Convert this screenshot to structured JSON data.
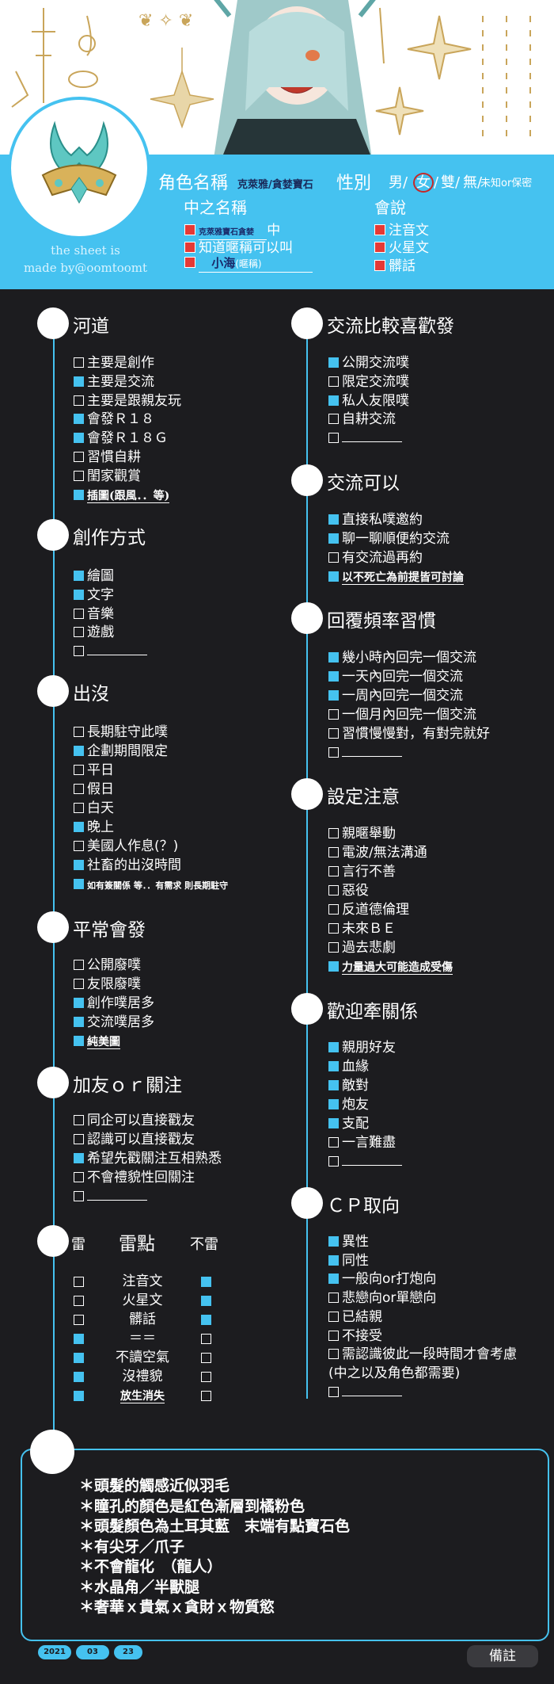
{
  "header": {
    "role_name_label": "角色名稱",
    "role_name_value": "克萊雅/貪婪寶石",
    "gender_label": "性別",
    "gender_options": [
      "男",
      "女",
      "雙",
      "無",
      "未知or保密"
    ],
    "gender_selected": "女",
    "chinese_name_label": "中之名稱",
    "chinese_name_lines": [
      {
        "hand": "克萊雅寶石貪婪",
        "suffix": "中"
      },
      {
        "hand": "",
        "suffix": "知道暱稱可以叫"
      },
      {
        "hand": "小海",
        "suffix": "(暱稱)"
      }
    ],
    "speaks_label": "會說",
    "speaks_items": [
      "注音文",
      "火星文",
      "髒話"
    ],
    "credit_lines": [
      "the sheet is",
      "made by@oomtoomt"
    ]
  },
  "sections": {
    "river": {
      "title": "河道",
      "items": [
        {
          "text": "主要是創作",
          "on": false
        },
        {
          "text": "主要是交流",
          "on": true
        },
        {
          "text": "主要是跟親友玩",
          "on": false
        },
        {
          "text": "會發Ｒ１８",
          "on": true
        },
        {
          "text": "會發Ｒ１８Ｇ",
          "on": true
        },
        {
          "text": "習慣自耕",
          "on": false
        },
        {
          "text": "閨家觀賞",
          "on": false
        },
        {
          "text": "插圖(跟風．．等)",
          "on": true,
          "hand": true
        }
      ]
    },
    "create": {
      "title": "創作方式",
      "items": [
        {
          "text": "繪圖",
          "on": true
        },
        {
          "text": "文字",
          "on": true
        },
        {
          "text": "音樂",
          "on": false
        },
        {
          "text": "遊戲",
          "on": false
        },
        {
          "text": "",
          "on": false,
          "blank": true
        }
      ]
    },
    "appear": {
      "title": "出沒",
      "items": [
        {
          "text": "長期駐守此噗",
          "on": false
        },
        {
          "text": "企劃期間限定",
          "on": true
        },
        {
          "text": "平日",
          "on": false
        },
        {
          "text": "假日",
          "on": false
        },
        {
          "text": "白天",
          "on": false
        },
        {
          "text": "晚上",
          "on": true
        },
        {
          "text": "美國人作息(？)",
          "on": false
        },
        {
          "text": "社畜的出沒時間",
          "on": true
        },
        {
          "text": "如有簽關係 等．．有需求 則長期駐守",
          "on": true,
          "small": true
        }
      ]
    },
    "usual": {
      "title": "平常會發",
      "items": [
        {
          "text": "公開廢噗",
          "on": false
        },
        {
          "text": "友限廢噗",
          "on": false
        },
        {
          "text": "創作噗居多",
          "on": true
        },
        {
          "text": "交流噗居多",
          "on": true
        },
        {
          "text": "純美圖",
          "on": true,
          "hand": true
        }
      ]
    },
    "friend": {
      "title": "加友ｏｒ關注",
      "items": [
        {
          "text": "同企可以直接戳友",
          "on": false
        },
        {
          "text": "認識可以直接戳友",
          "on": false
        },
        {
          "text": "希望先戳關注互相熟悉",
          "on": true
        },
        {
          "text": "不會禮貌性回關注",
          "on": false
        },
        {
          "text": "",
          "on": false,
          "blank": true
        }
      ]
    },
    "mines": {
      "label_left": "雷",
      "title": "雷點",
      "label_right": "不雷",
      "rows": [
        {
          "text": "注音文",
          "left": false,
          "right": true
        },
        {
          "text": "火星文",
          "left": false,
          "right": true
        },
        {
          "text": "髒話",
          "left": false,
          "right": true
        },
        {
          "text": "＝＝",
          "left": true,
          "right": false
        },
        {
          "text": "不讀空氣",
          "left": true,
          "right": false
        },
        {
          "text": "沒禮貌",
          "left": true,
          "right": false
        },
        {
          "text": "放生消失",
          "left": true,
          "right": false,
          "hand": true
        }
      ]
    },
    "interact": {
      "title": "交流比較喜歡發",
      "items": [
        {
          "text": "公開交流噗",
          "on": true
        },
        {
          "text": "限定交流噗",
          "on": false
        },
        {
          "text": "私人友限噗",
          "on": true
        },
        {
          "text": "自耕交流",
          "on": false
        },
        {
          "text": "",
          "on": false,
          "blank": true
        }
      ]
    },
    "can": {
      "title": "交流可以",
      "items": [
        {
          "text": "直接私噗邀約",
          "on": true
        },
        {
          "text": "聊一聊順便約交流",
          "on": true
        },
        {
          "text": "有交流過再約",
          "on": false
        },
        {
          "text": "以不死亡為前提皆可討論",
          "on": true,
          "hand": true
        }
      ]
    },
    "reply": {
      "title": "回覆頻率習慣",
      "items": [
        {
          "text": "幾小時內回完一個交流",
          "on": true
        },
        {
          "text": "一天內回完一個交流",
          "on": true
        },
        {
          "text": "一周內回完一個交流",
          "on": true
        },
        {
          "text": "一個月內回完一個交流",
          "on": false
        },
        {
          "text": "習慣慢慢對，有對完就好",
          "on": false
        },
        {
          "text": "",
          "on": false,
          "blank": true
        }
      ]
    },
    "setting": {
      "title": "設定注意",
      "items": [
        {
          "text": "親暱舉動",
          "on": false
        },
        {
          "text": "電波/無法溝通",
          "on": false
        },
        {
          "text": "言行不善",
          "on": false
        },
        {
          "text": "惡役",
          "on": false
        },
        {
          "text": "反道德倫理",
          "on": false
        },
        {
          "text": "未來ＢＥ",
          "on": false
        },
        {
          "text": "過去悲劇",
          "on": false
        },
        {
          "text": "力量過大可能造成受傷",
          "on": true,
          "hand": true
        }
      ]
    },
    "relation": {
      "title": "歡迎牽關係",
      "items": [
        {
          "text": "親朋好友",
          "on": true
        },
        {
          "text": "血緣",
          "on": true
        },
        {
          "text": "敵對",
          "on": true
        },
        {
          "text": "炮友",
          "on": true
        },
        {
          "text": "支配",
          "on": true
        },
        {
          "text": "一言難盡",
          "on": false
        },
        {
          "text": "",
          "on": false,
          "blank": true
        }
      ]
    },
    "cp": {
      "title": "ＣＰ取向",
      "items": [
        {
          "text": "異性",
          "on": true
        },
        {
          "text": "同性",
          "on": true
        },
        {
          "text": "一般向or打炮向",
          "on": true
        },
        {
          "text": "悲戀向or單戀向",
          "on": false
        },
        {
          "text": "已結親",
          "on": false
        },
        {
          "text": "不接受",
          "on": false
        },
        {
          "text": "需認識彼此一段時間才會考慮",
          "on": false
        },
        {
          "text": "(中之以及角色都需要)",
          "on": false,
          "nobox": true
        },
        {
          "text": "",
          "on": false,
          "blank": true
        }
      ]
    }
  },
  "notes": [
    "＊頭髮的觸感近似羽毛",
    "＊瞳孔的顏色是紅色漸層到橘粉色",
    "＊頭髮顏色為土耳其藍　末端有點寶石色",
    "＊有尖牙／爪子",
    "＊不會龍化　（龍人）",
    "＊水晶角／半獸腿",
    "＊奢華ｘ貴氣ｘ貪財ｘ物質慾"
  ],
  "date": {
    "year": "2021",
    "month": "03",
    "day": "23"
  },
  "memo_label": "備註",
  "colors": {
    "accent": "#45c2f0",
    "background": "#1c1c1f",
    "checked": "#45c2f0",
    "speak_marker": "#e53935"
  }
}
